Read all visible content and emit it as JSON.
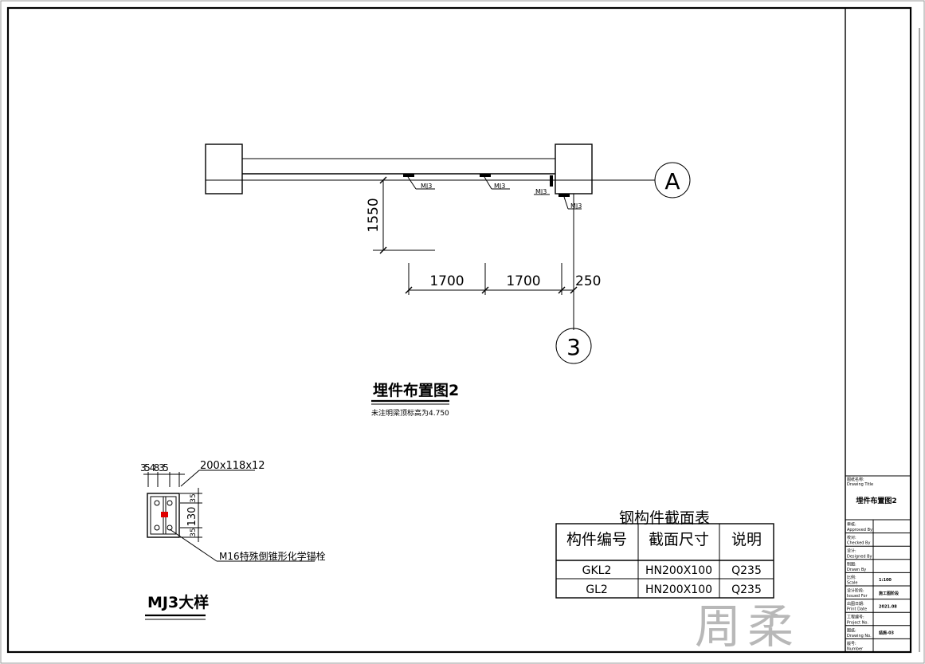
{
  "plan": {
    "title": "埋件布置图2",
    "note": "未注明梁顶标高为4.750",
    "embed_label": "MJ3",
    "axis_a": "A",
    "axis_3": "3",
    "dim_left": "1550",
    "dim_span1": "1700",
    "dim_span2": "1700",
    "dim_span3": "250"
  },
  "detail": {
    "title": "MJ3大样",
    "top_dims": "35 48 35",
    "plate": "200x118x12",
    "side_dim1": "130",
    "side_dim2": "35",
    "anchor_note": "M16特殊倒锥形化学锚栓"
  },
  "table": {
    "title": "钢构件截面表",
    "headers": [
      "构件编号",
      "截面尺寸",
      "说明"
    ],
    "rows": [
      [
        "GKL2",
        "HN200X100",
        "Q235"
      ],
      [
        "GL2",
        "HN200X100",
        "Q235"
      ]
    ]
  },
  "watermark": "周柔",
  "title_block": {
    "drawing_title_cn": "图纸名称:",
    "drawing_title_en": "Drawing Title",
    "drawing_title_value": "埋件布置图2",
    "rows": [
      {
        "cn": "审核:",
        "en": "Approved By",
        "value": ""
      },
      {
        "cn": "校对:",
        "en": "Checked By",
        "value": ""
      },
      {
        "cn": "设计:",
        "en": "Designed By",
        "value": ""
      },
      {
        "cn": "制图:",
        "en": "Drawn By",
        "value": ""
      },
      {
        "cn": "比例:",
        "en": "Scale",
        "value": "1:100"
      },
      {
        "cn": "设计阶段:",
        "en": "Issued For",
        "value": "施工图阶段"
      },
      {
        "cn": "出图日期:",
        "en": "Print Date",
        "value": "2021.08"
      },
      {
        "cn": "工程编号:",
        "en": "Project No.",
        "value": ""
      },
      {
        "cn": "图纸:",
        "en": "Drawing No.",
        "value": "结施-03"
      },
      {
        "cn": "版号:",
        "en": "Number",
        "value": ""
      }
    ]
  },
  "colors": {
    "line": "#000000",
    "highlight": "#e00000",
    "watermark": "#b8b8b8"
  }
}
